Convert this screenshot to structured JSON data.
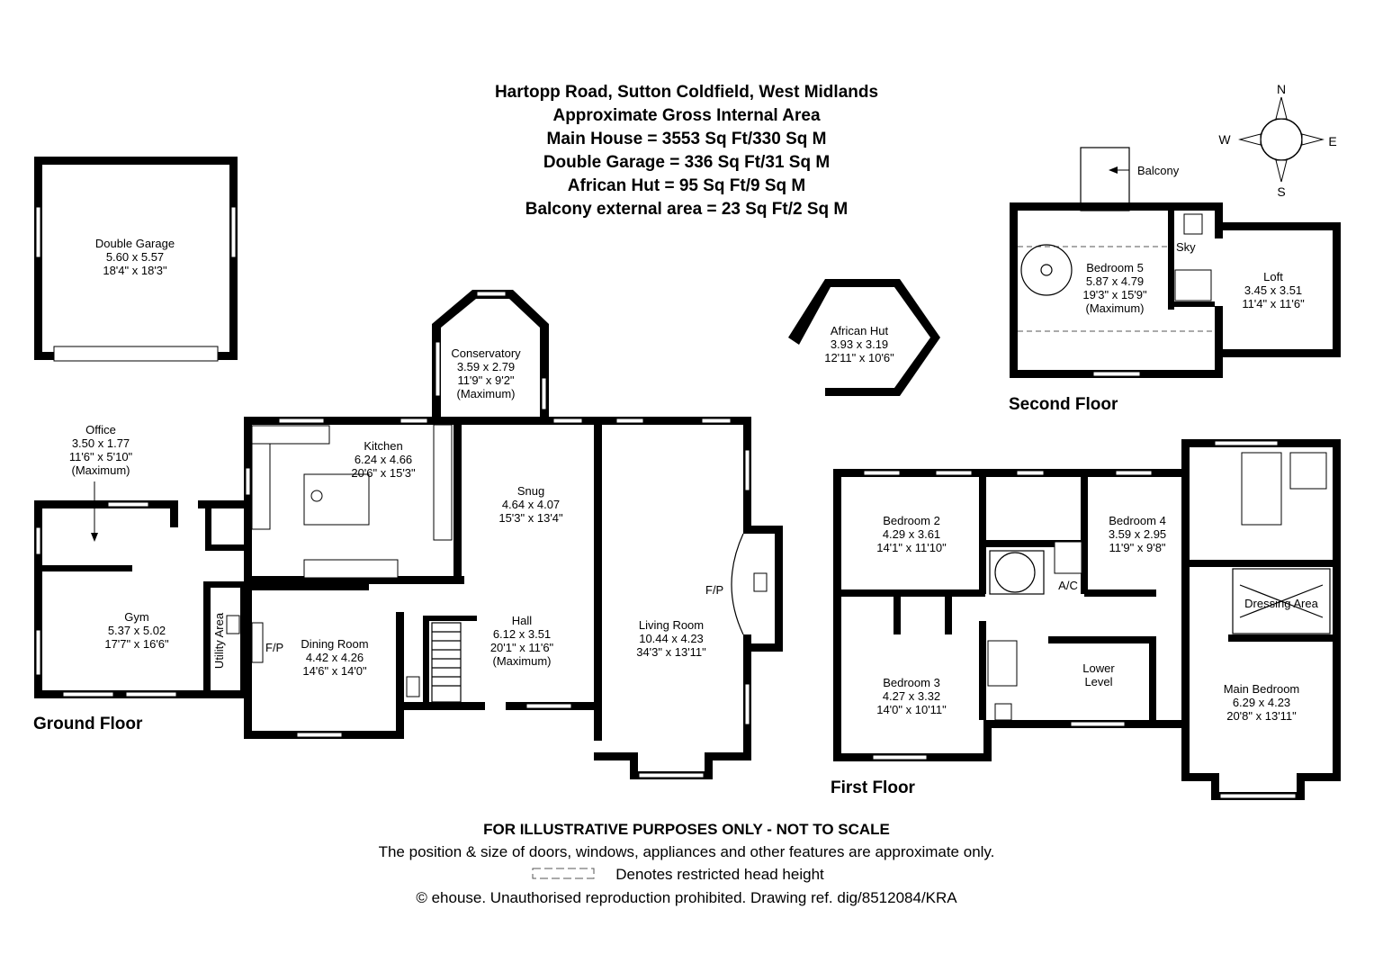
{
  "header": {
    "address": "Hartopp Road, Sutton Coldfield, West Midlands",
    "area_title": "Approximate Gross Internal Area",
    "main_house": "Main House = 3553 Sq Ft/330 Sq M",
    "double_garage": "Double Garage = 336 Sq Ft/31 Sq M",
    "african_hut": "African Hut = 95 Sq Ft/9 Sq M",
    "balcony": "Balcony external area = 23 Sq Ft/2 Sq M"
  },
  "compass": {
    "n": "N",
    "s": "S",
    "e": "E",
    "w": "W"
  },
  "floors": {
    "ground": "Ground Floor",
    "first": "First Floor",
    "second": "Second Floor"
  },
  "rooms": {
    "garage": {
      "name": "Double Garage",
      "metric": "5.60 x 5.57",
      "imperial": "18'4\" x 18'3\""
    },
    "office": {
      "name": "Office",
      "metric": "3.50 x 1.77",
      "imperial": "11'6\" x 5'10\"",
      "note": "(Maximum)"
    },
    "gym": {
      "name": "Gym",
      "metric": "5.37 x 5.02",
      "imperial": "17'7\" x 16'6\""
    },
    "utility": {
      "name": "Utility Area"
    },
    "kitchen": {
      "name": "Kitchen",
      "metric": "6.24 x 4.66",
      "imperial": "20'6\" x 15'3\""
    },
    "conservatory": {
      "name": "Conservatory",
      "metric": "3.59 x 2.79",
      "imperial": "11'9\" x 9'2\"",
      "note": "(Maximum)"
    },
    "snug": {
      "name": "Snug",
      "metric": "4.64 x 4.07",
      "imperial": "15'3\" x 13'4\""
    },
    "dining": {
      "name": "Dining Room",
      "metric": "4.42 x 4.26",
      "imperial": "14'6\" x 14'0\"",
      "fp": "F/P"
    },
    "hall": {
      "name": "Hall",
      "metric": "6.12 x 3.51",
      "imperial": "20'1\" x 11'6\"",
      "note": "(Maximum)"
    },
    "living": {
      "name": "Living Room",
      "metric": "10.44 x 4.23",
      "imperial": "34'3\" x 13'11\"",
      "fp": "F/P"
    },
    "hut": {
      "name": "African Hut",
      "metric": "3.93 x 3.19",
      "imperial": "12'11\" x 10'6\""
    },
    "bedroom5": {
      "name": "Bedroom 5",
      "metric": "5.87 x 4.79",
      "imperial": "19'3\" x 15'9\"",
      "note": "(Maximum)"
    },
    "loft": {
      "name": "Loft",
      "metric": "3.45 x 3.51",
      "imperial": "11'4\" x 11'6\""
    },
    "balcony": {
      "name": "Balcony"
    },
    "sky": {
      "name": "Sky"
    },
    "bedroom2": {
      "name": "Bedroom 2",
      "metric": "4.29 x 3.61",
      "imperial": "14'1\" x 11'10\""
    },
    "bedroom4": {
      "name": "Bedroom 4",
      "metric": "3.59 x 2.95",
      "imperial": "11'9\" x 9'8\""
    },
    "ac": {
      "name": "A/C"
    },
    "bedroom3": {
      "name": "Bedroom 3",
      "metric": "4.27 x 3.32",
      "imperial": "14'0\" x 10'11\""
    },
    "lower": {
      "line1": "Lower",
      "line2": "Level"
    },
    "dressing": {
      "name": "Dressing Area"
    },
    "main_bedroom": {
      "name": "Main Bedroom",
      "metric": "6.29 x 4.23",
      "imperial": "20'8\" x 13'11\""
    }
  },
  "footer": {
    "disclaimer": "FOR ILLUSTRATIVE PURPOSES ONLY - NOT TO SCALE",
    "approx": "The position & size of doors, windows, appliances and other features are approximate only.",
    "legend": "Denotes restricted head height",
    "copyright": "© ehouse. Unauthorised reproduction prohibited. Drawing ref. dig/8512084/KRA"
  }
}
